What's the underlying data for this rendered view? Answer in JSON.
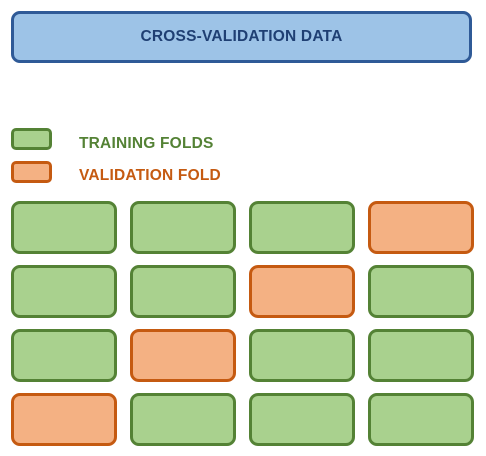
{
  "title": "CROSS-VALIDATION DATA",
  "legend": [
    {
      "key": "train",
      "label": "TRAINING FOLDS"
    },
    {
      "key": "val",
      "label": "VALIDATION FOLD"
    }
  ],
  "colors": {
    "title_fill": "#9dc3e7",
    "title_border": "#2f5a97",
    "title_text": "#1f3f73",
    "train_fill": "#a9d18e",
    "train_border": "#548235",
    "train_text": "#548235",
    "val_fill": "#f4b183",
    "val_border": "#c55a11",
    "val_text": "#c55a11"
  },
  "grid": [
    [
      "train",
      "train",
      "train",
      "val"
    ],
    [
      "train",
      "train",
      "val",
      "train"
    ],
    [
      "train",
      "val",
      "train",
      "train"
    ],
    [
      "val",
      "train",
      "train",
      "train"
    ]
  ]
}
